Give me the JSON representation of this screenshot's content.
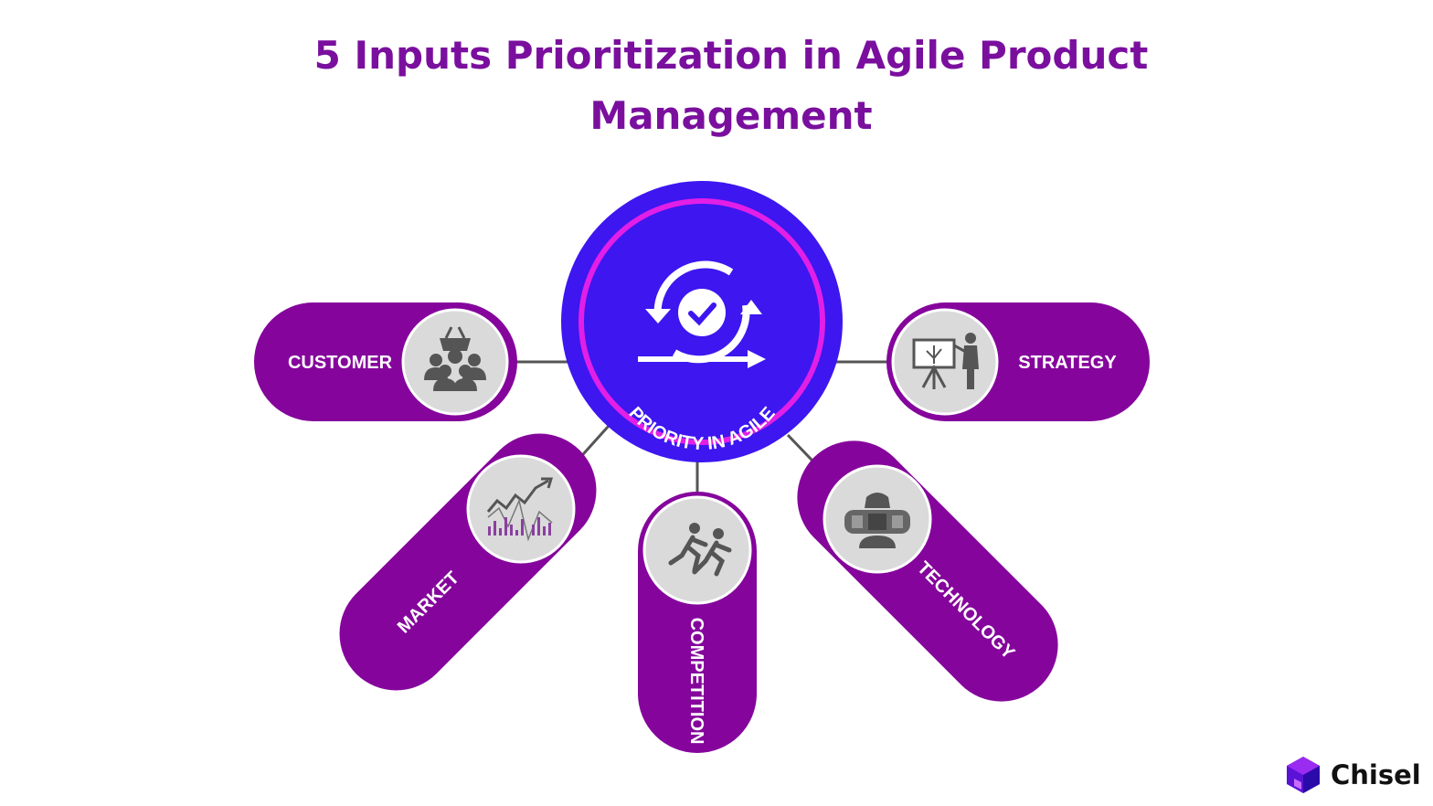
{
  "title": {
    "line1": "5 Inputs Prioritization in Agile Product",
    "line2": "Management"
  },
  "center": {
    "label": "PRIORITY IN AGILE",
    "icon": "agile-cycle-check-icon"
  },
  "inputs": [
    {
      "label": "CUSTOMER",
      "icon": "customer-group-basket-icon"
    },
    {
      "label": "STRATEGY",
      "icon": "strategy-presentation-icon"
    },
    {
      "label": "MARKET",
      "icon": "market-chart-icon"
    },
    {
      "label": "COMPETITION",
      "icon": "running-people-icon"
    },
    {
      "label": "TECHNOLOGY",
      "icon": "vr-headset-icon"
    }
  ],
  "brand": {
    "name": "Chisel",
    "icon": "chisel-cube-logo-icon"
  },
  "colors": {
    "title": "#7a0f9e",
    "pill": "#85059c",
    "center_fill": "#3d16f0",
    "center_ring": "#e21fe6",
    "icon_disc": "#dadada",
    "icon_ink": "#555555",
    "connector": "#555555"
  }
}
